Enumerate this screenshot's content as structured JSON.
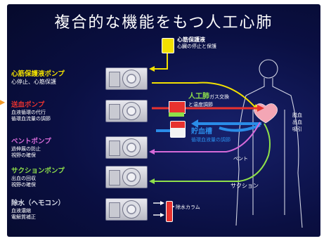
{
  "diagram": {
    "title": "複合的な機能をもつ人工心肺",
    "cardioplegia_bag": {
      "title": "心筋保護液",
      "desc": "心臓の停止と保護"
    },
    "pumps": [
      {
        "title": "心筋保護液ポンプ",
        "desc": "心停止、心筋保護",
        "color": "#f2e000"
      },
      {
        "title": "送血ポンプ",
        "desc": "血液循環の代行\n循環血流量の調節",
        "color": "#e8322f"
      },
      {
        "title": "ベントポンプ",
        "desc": "過伸展の防止\n視野の確保",
        "color": "#d66ad8"
      },
      {
        "title": "サクションポンプ",
        "desc": "出血の回収\n視野の確保",
        "color": "#8fe04a"
      },
      {
        "title": "除水（ヘモコン）",
        "desc": "血液濃縮\n電解質補正",
        "color": "#d8dce8"
      }
    ],
    "oxygenator": {
      "title": "人工肺",
      "title_suffix": "ガス交換",
      "desc": "と温度調節"
    },
    "reservoir": {
      "title": "貯血槽",
      "desc": "循環血液量の調節"
    },
    "hemoconcentrator": "除水カラム",
    "heart_labels": "脱血\n出血\n吸引",
    "vent_label": "ベント",
    "suction_label": "サクション",
    "colors": {
      "background": "#0a0f42",
      "blue_flow": "#2a8ce8",
      "red_flow": "#e8322f",
      "yellow": "#f2e000",
      "green": "#8fe04a",
      "magenta": "#d66ad8",
      "orange": "#f39a2a"
    }
  }
}
